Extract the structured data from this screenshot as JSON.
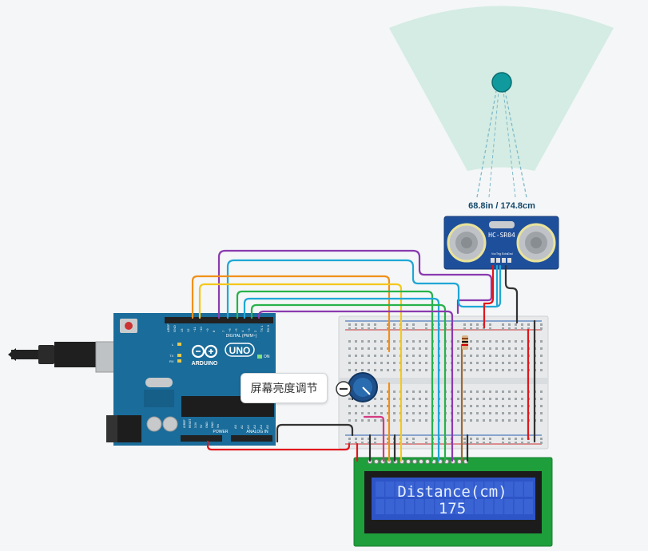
{
  "sensor": {
    "reading": "68.8in / 174.8cm",
    "model": "HC-SR04",
    "pin_labels": [
      "Vcc",
      "Trig",
      "Echo",
      "Gnd"
    ]
  },
  "potentiometer": {
    "tooltip": "屏幕亮度调节"
  },
  "arduino": {
    "brand": "ARDUINO",
    "model": "UNO",
    "on_label": "ON",
    "digital_label": "DIGITAL (PWM~)",
    "power_label": "POWER",
    "analog_label": "ANALOG IN",
    "labels_small": [
      "AREF",
      "GND",
      "13",
      "12",
      "~11",
      "~10",
      "~9",
      "8",
      "7",
      "~6",
      "~5",
      "4",
      "~3",
      "2",
      "TX 1",
      "RX 0"
    ],
    "power_pins": [
      "IOREF",
      "RESET",
      "3.3V",
      "5V",
      "GND",
      "GND",
      "Vin"
    ],
    "analog_pins": [
      "A0",
      "A1",
      "A2",
      "A3",
      "A4",
      "A5"
    ],
    "led_labels": [
      "L",
      "TX",
      "RX"
    ]
  },
  "lcd": {
    "line1": "Distance(cm)",
    "line2": "175"
  },
  "colors": {
    "board_blue": "#1a6c9a",
    "breadboard": "#e7e9ea",
    "lcd_pcb": "#1f9e3c",
    "lcd_screen": "#2d55c8",
    "sensor_pcb": "#1e4f9a",
    "cone": "#d4ece3",
    "wire_orange": "#f0901a",
    "wire_yellow": "#f4c81e",
    "wire_purple": "#8a3ab0",
    "wire_cyan": "#1fa7d6",
    "wire_green": "#27b24b",
    "wire_red": "#e0171c",
    "wire_black": "#333333",
    "wire_brown": "#9a6a3a",
    "wire_pink": "#d43a82"
  }
}
